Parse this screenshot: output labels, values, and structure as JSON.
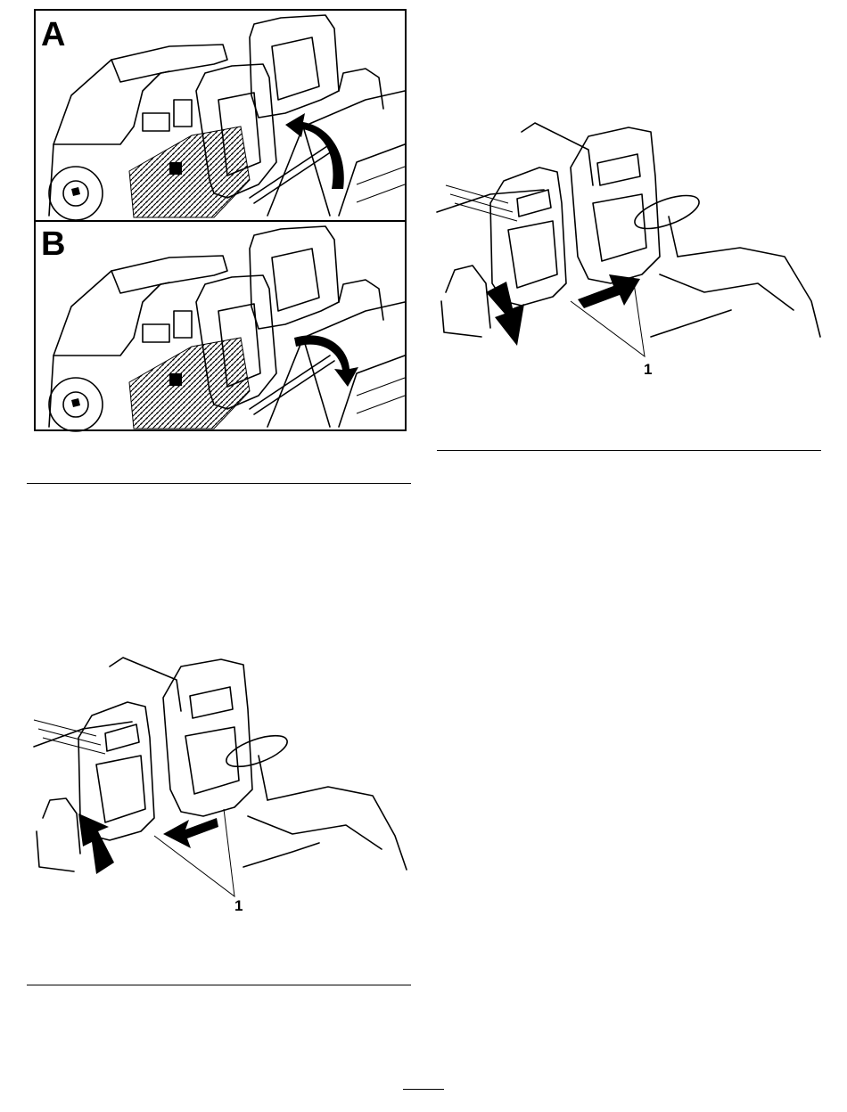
{
  "figure_top": {
    "panels": [
      {
        "letter": "A"
      },
      {
        "letter": "B"
      }
    ]
  },
  "figure_right": {
    "callout": "1"
  },
  "figure_bottom": {
    "callout": "1"
  }
}
